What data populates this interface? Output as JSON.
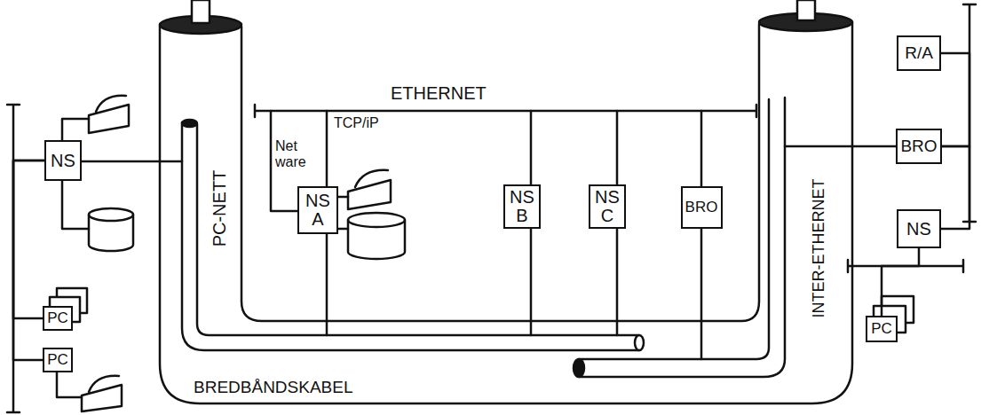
{
  "diagram": {
    "nodes": [
      {
        "text": [
          "NS"
        ]
      },
      {
        "text": [
          "PC"
        ]
      },
      {
        "text": [
          "PC"
        ]
      },
      {
        "text": [
          "NS A"
        ]
      },
      {
        "text": [
          "NS B"
        ]
      },
      {
        "text": [
          "NS C"
        ]
      },
      {
        "text": [
          "BRO"
        ]
      },
      {
        "text": [
          "R/A"
        ]
      },
      {
        "text": [
          "BRO"
        ]
      },
      {
        "text": [
          "NS"
        ]
      },
      {
        "text": [
          "PC"
        ]
      }
    ],
    "edges": [
      {
        "from": 0,
        "to": 1,
        "arrow": "none"
      },
      {
        "from": 0,
        "to": 2,
        "arrow": "none"
      },
      {
        "from": 7,
        "to": 8,
        "arrow": "none"
      },
      {
        "from": 8,
        "to": 9,
        "arrow": "none"
      },
      {
        "from": 9,
        "to": 10,
        "arrow": "none"
      }
    ],
    "labels": [
      "ETHERNET",
      "TCP/iP",
      "Net ware",
      "PC-NETT",
      "INTER-ETHERNET",
      "BREDBÅNDSKABEL"
    ]
  }
}
